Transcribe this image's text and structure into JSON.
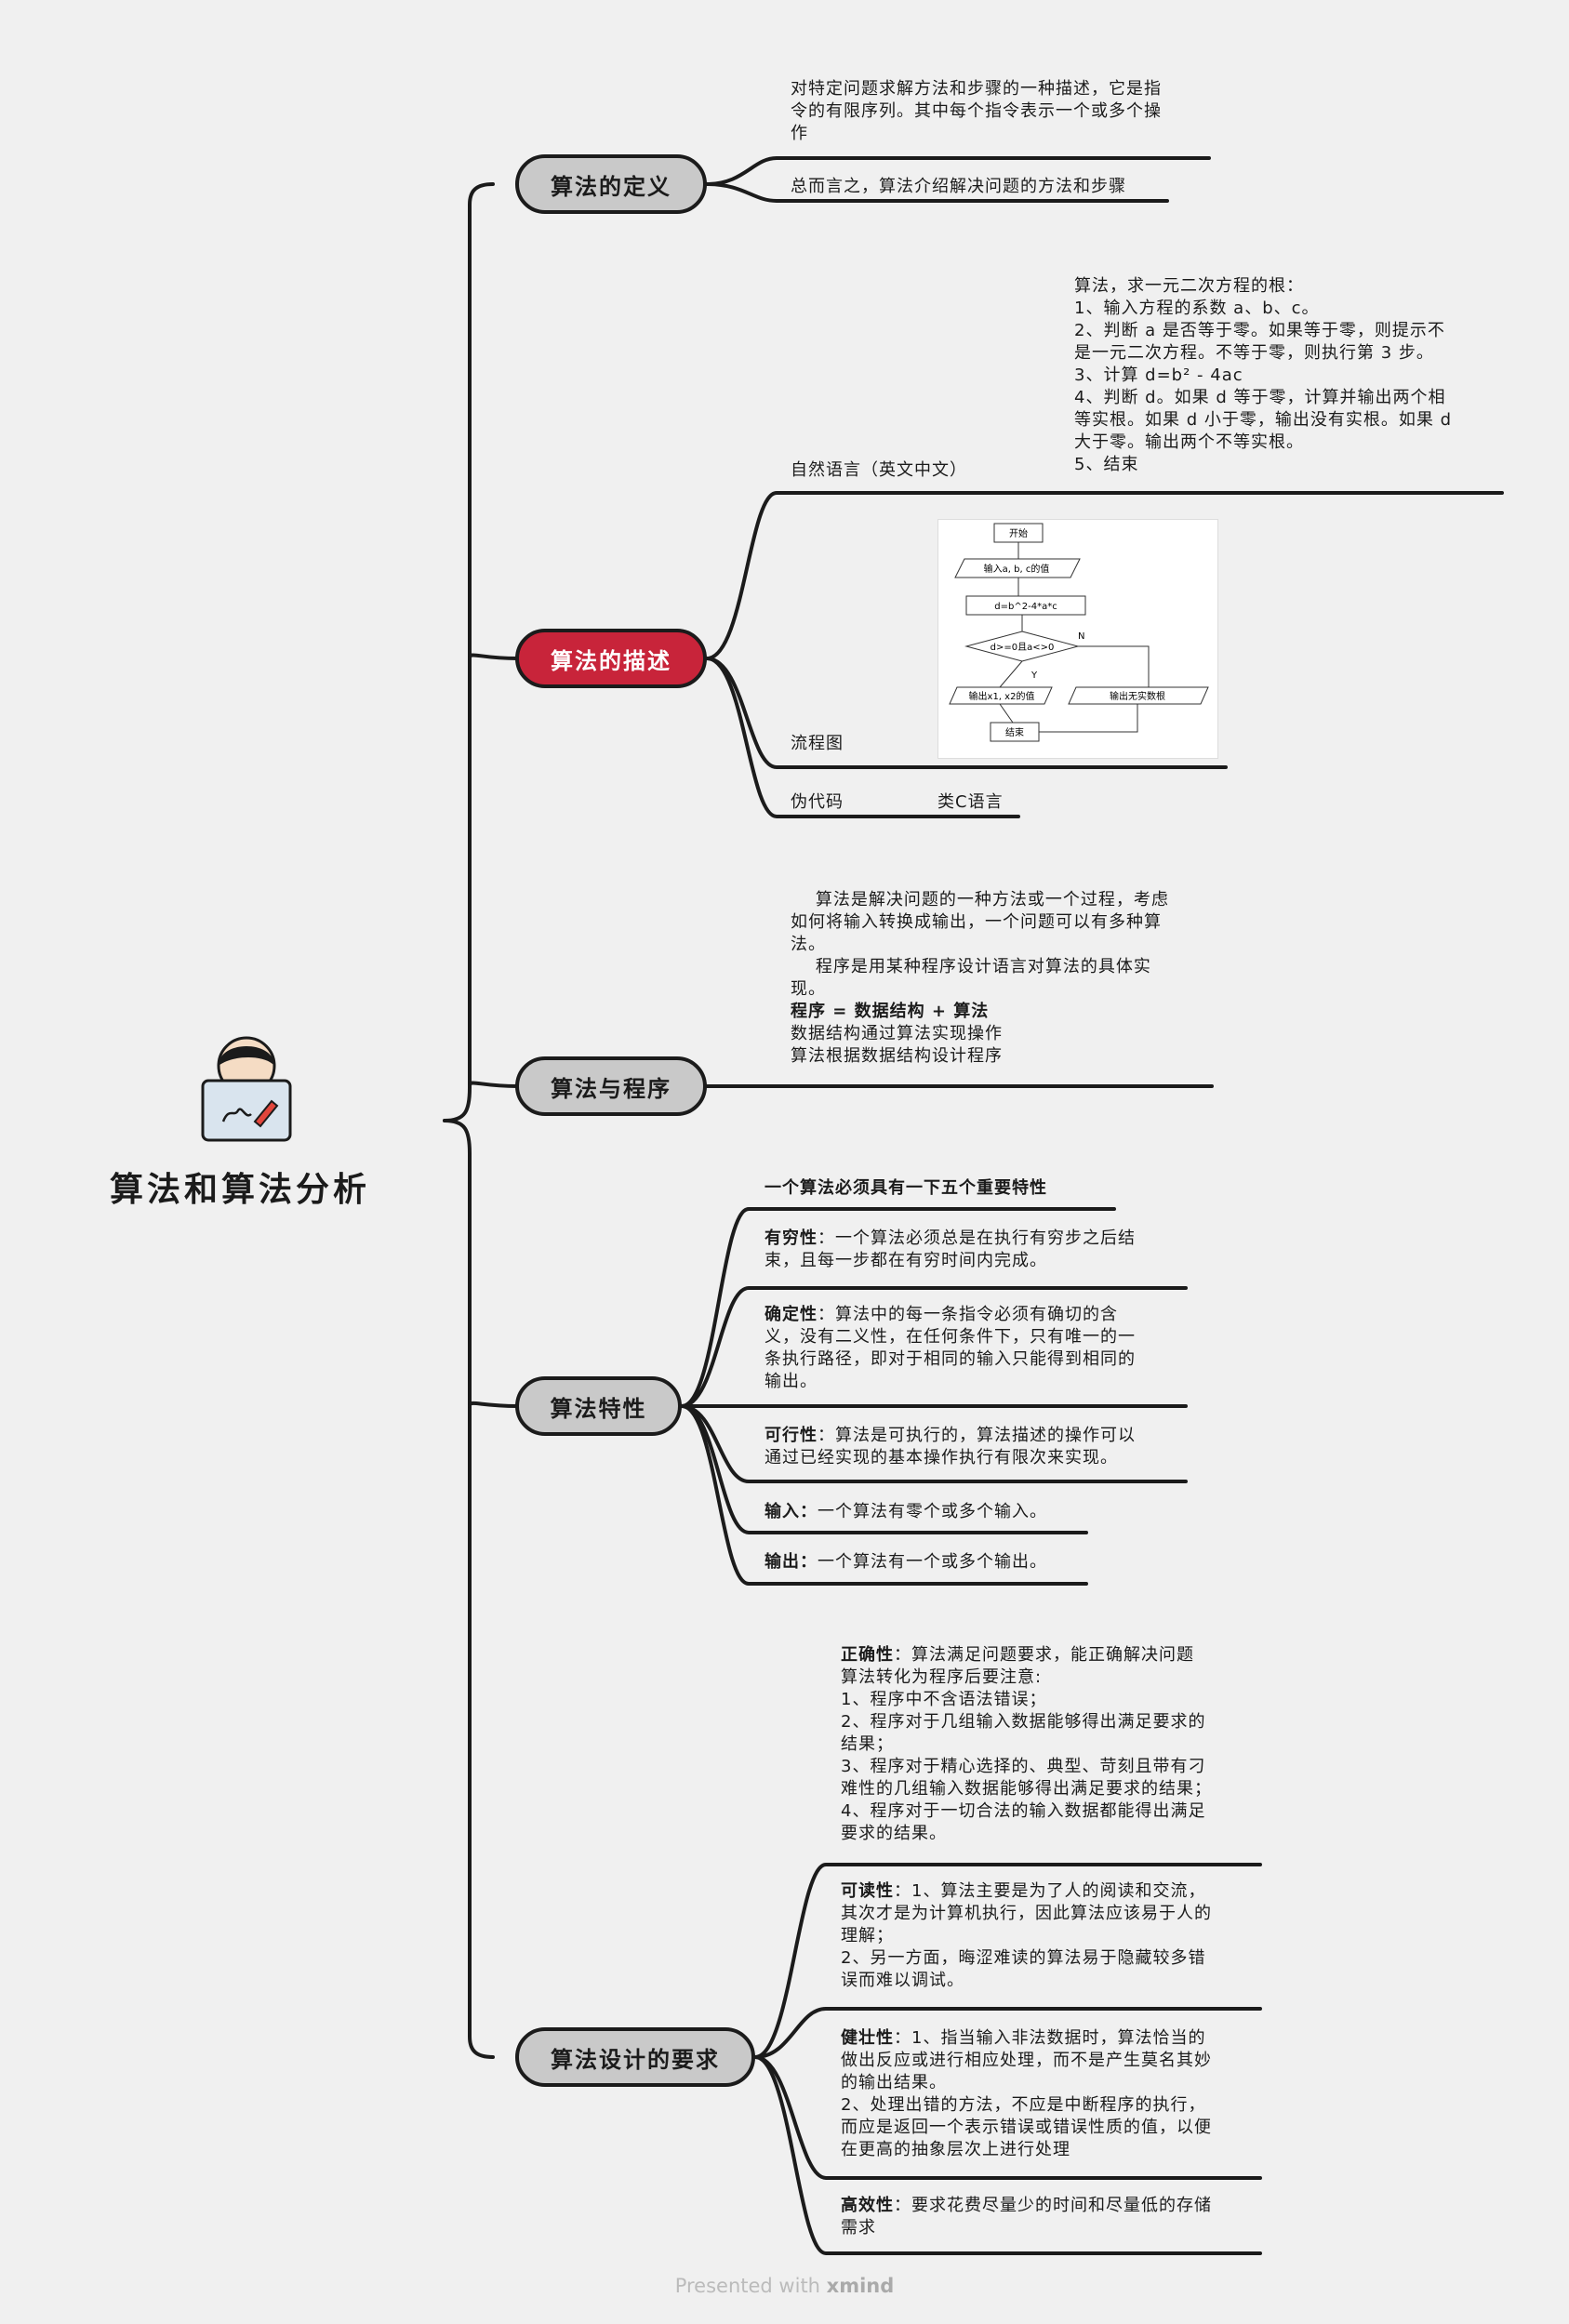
{
  "central": {
    "title": "算法和算法分析"
  },
  "topics": {
    "definition": "算法的定义",
    "description": "算法的描述",
    "program": "算法与程序",
    "properties": "算法特性",
    "design": "算法设计的要求"
  },
  "definition": {
    "text1": "对特定问题求解方法和步骤的一种描述，它是指\n令的有限序列。其中每个指令表示一个或多个操\n作",
    "text2": "总而言之，算法介绍解决问题的方法和步骤"
  },
  "description": {
    "natural_label": "自然语言（英文中文）",
    "natural_example": "算法，求一元二次方程的根：\n1、输入方程的系数 a、b、c。\n2、判断 a 是否等于零。如果等于零，则提示不\n是一元二次方程。不等于零，则执行第 3 步。\n3、计算 d=b² - 4ac\n4、判断 d。如果 d 等于零，计算并输出两个相\n等实根。如果 d 小于零，输出没有实根。如果 d\n大于零。输出两个不等实根。\n5、结束",
    "flowchart_label": "流程图",
    "pseudocode_label": "伪代码",
    "pseudocode_value": "类C语言",
    "flowchart": {
      "start": "开始",
      "input": "输入a, b, c的值",
      "compute": "d=b^2-4*a*c",
      "decision": "d>=0且a<>0",
      "yes": "Y",
      "no": "N",
      "output_roots": "输出x1, x2的值",
      "output_none": "输出无实数根",
      "end": "结束"
    }
  },
  "program": {
    "para1": "    算法是解决问题的一种方法或一个过程，考虑\n如何将输入转换成输出，一个问题可以有多种算\n法。",
    "para2": "    程序是用某种程序设计语言对算法的具体实\n现。",
    "formula": "程序 = 数据结构 + 算法",
    "line1": "数据结构通过算法实现操作",
    "line2": "算法根据数据结构设计程序"
  },
  "properties": {
    "header": "一个算法必须具有一下五个重要特性",
    "items": [
      {
        "title": "有穷性",
        "text": "：一个算法必须总是在执行有穷步之后结\n束，且每一步都在有穷时间内完成。"
      },
      {
        "title": "确定性",
        "text": "：算法中的每一条指令必须有确切的含\n义，没有二义性，在任何条件下，只有唯一的一\n条执行路径，即对于相同的输入只能得到相同的\n输出。"
      },
      {
        "title": "可行性",
        "text": "：算法是可执行的，算法描述的操作可以\n通过已经实现的基本操作执行有限次来实现。"
      },
      {
        "title": "输入：",
        "text": "一个算法有零个或多个输入。"
      },
      {
        "title": "输出：",
        "text": "一个算法有一个或多个输出。"
      }
    ]
  },
  "design": {
    "items": [
      {
        "title": "正确性",
        "text": "：算法满足问题要求，能正确解决问题\n算法转化为程序后要注意:\n1、程序中不含语法错误；\n2、程序对于几组输入数据能够得出满足要求的\n结果；\n3、程序对于精心选择的、典型、苛刻且带有刁\n难性的几组输入数据能够得出满足要求的结果；\n4、程序对于一切合法的输入数据都能得出满足\n要求的结果。"
      },
      {
        "title": "可读性",
        "text": "：1、算法主要是为了人的阅读和交流，\n其次才是为计算机执行，因此算法应该易于人的\n理解；\n2、另一方面，晦涩难读的算法易于隐藏较多错\n误而难以调试。"
      },
      {
        "title": "健壮性",
        "text": "：1、指当输入非法数据时，算法恰当的\n做出反应或进行相应处理，而不是产生莫名其妙\n的输出结果。\n2、处理出错的方法，不应是中断程序的执行，\n而应是返回一个表示错误或错误性质的值，以便\n在更高的抽象层次上进行处理"
      },
      {
        "title": "高效性",
        "text": "：要求花费尽量少的时间和尽量低的存储\n需求"
      }
    ]
  },
  "footer": {
    "prefix": "Presented with ",
    "brand": "xmind"
  }
}
